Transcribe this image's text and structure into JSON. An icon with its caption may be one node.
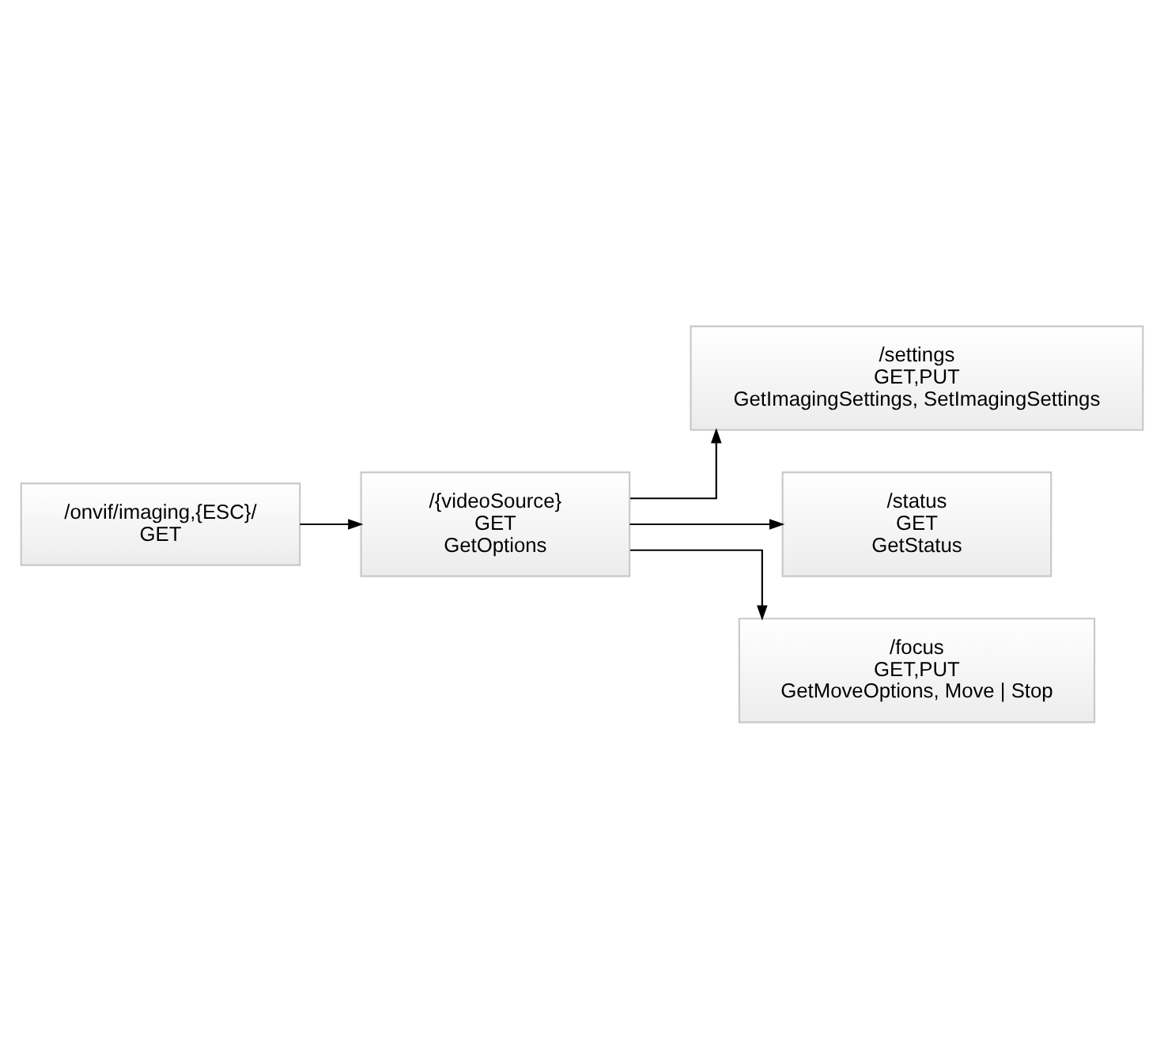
{
  "diagram": {
    "nodes": [
      {
        "text": [
          "/onvif/imaging,{ESC}/",
          "GET"
        ]
      },
      {
        "text": [
          "/{videoSource}",
          "GET",
          "GetOptions"
        ]
      },
      {
        "text": [
          "/settings",
          "GET,PUT",
          "GetImagingSettings, SetImagingSettings"
        ]
      },
      {
        "text": [
          "/status",
          "GET",
          "GetStatus"
        ]
      },
      {
        "text": [
          "/focus",
          "GET,PUT",
          "GetMoveOptions, Move | Stop"
        ]
      }
    ],
    "edges": [
      {
        "from": 0,
        "to": 1,
        "arrow": "to"
      },
      {
        "from": 1,
        "to": 2,
        "arrow": "to"
      },
      {
        "from": 1,
        "to": 3,
        "arrow": "to"
      },
      {
        "from": 1,
        "to": 4,
        "arrow": "to"
      }
    ]
  }
}
